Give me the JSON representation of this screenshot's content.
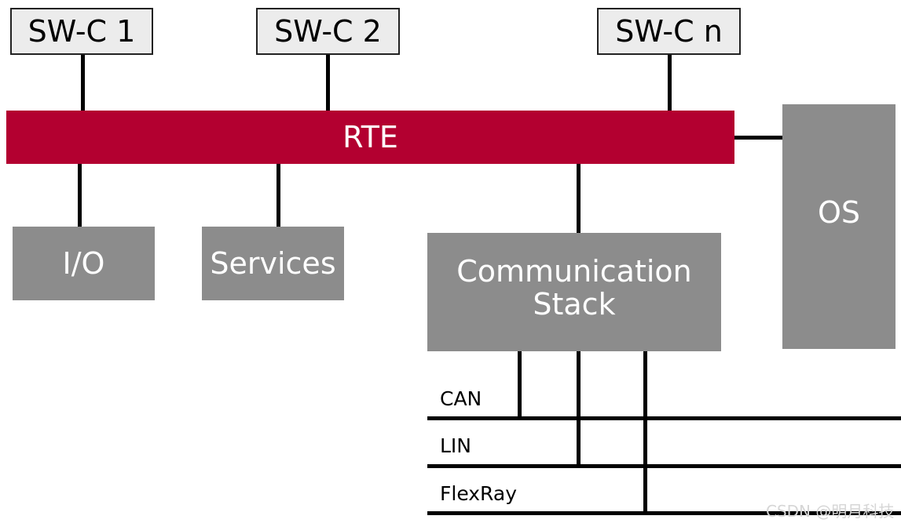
{
  "components": {
    "swc1": "SW-C 1",
    "swc2": "SW-C 2",
    "swcn": "SW-C n",
    "rte": "RTE",
    "os": "OS",
    "io": "I/O",
    "services": "Services",
    "comm_stack": "Communication\nStack"
  },
  "buses": {
    "can": "CAN",
    "lin": "LIN",
    "flexray": "FlexRay"
  },
  "watermark": "CSDN @明月科技",
  "colors": {
    "rte": "#b30030",
    "module": "#8c8c8c",
    "swc": "#ececec"
  }
}
